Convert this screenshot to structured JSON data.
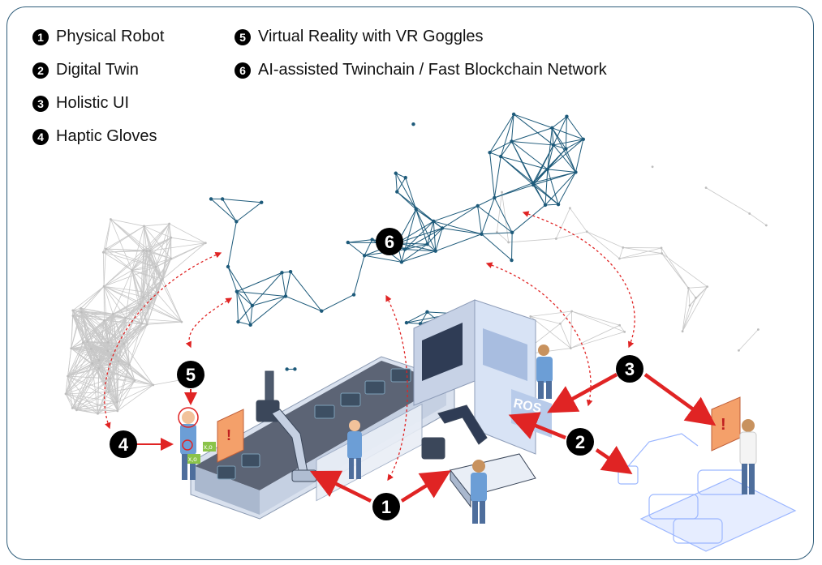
{
  "legend": {
    "items": [
      {
        "num": "1",
        "label": "Physical Robot"
      },
      {
        "num": "2",
        "label": "Digital Twin"
      },
      {
        "num": "3",
        "label": "Holistic UI"
      },
      {
        "num": "4",
        "label": "Haptic Gloves"
      },
      {
        "num": "5",
        "label": "Virtual Reality with VR Goggles"
      },
      {
        "num": "6",
        "label": "AI-assisted Twinchain / Fast Blockchain Network"
      }
    ]
  },
  "diagram": {
    "callouts": [
      "1",
      "2",
      "3",
      "4",
      "5",
      "6"
    ],
    "ros_label": "ROS",
    "glove_label_1": "x,o",
    "glove_label_2": "x,o",
    "warning_mark": "!"
  },
  "colors": {
    "frame": "#2f5d7a",
    "network_main": "#1d5a7a",
    "network_faint": "#c8c8c8",
    "arrow_red": "#e02424",
    "callout_bg": "#000000",
    "conveyor": "#b8c6dc",
    "twin_blue": "#9bb6ff"
  }
}
